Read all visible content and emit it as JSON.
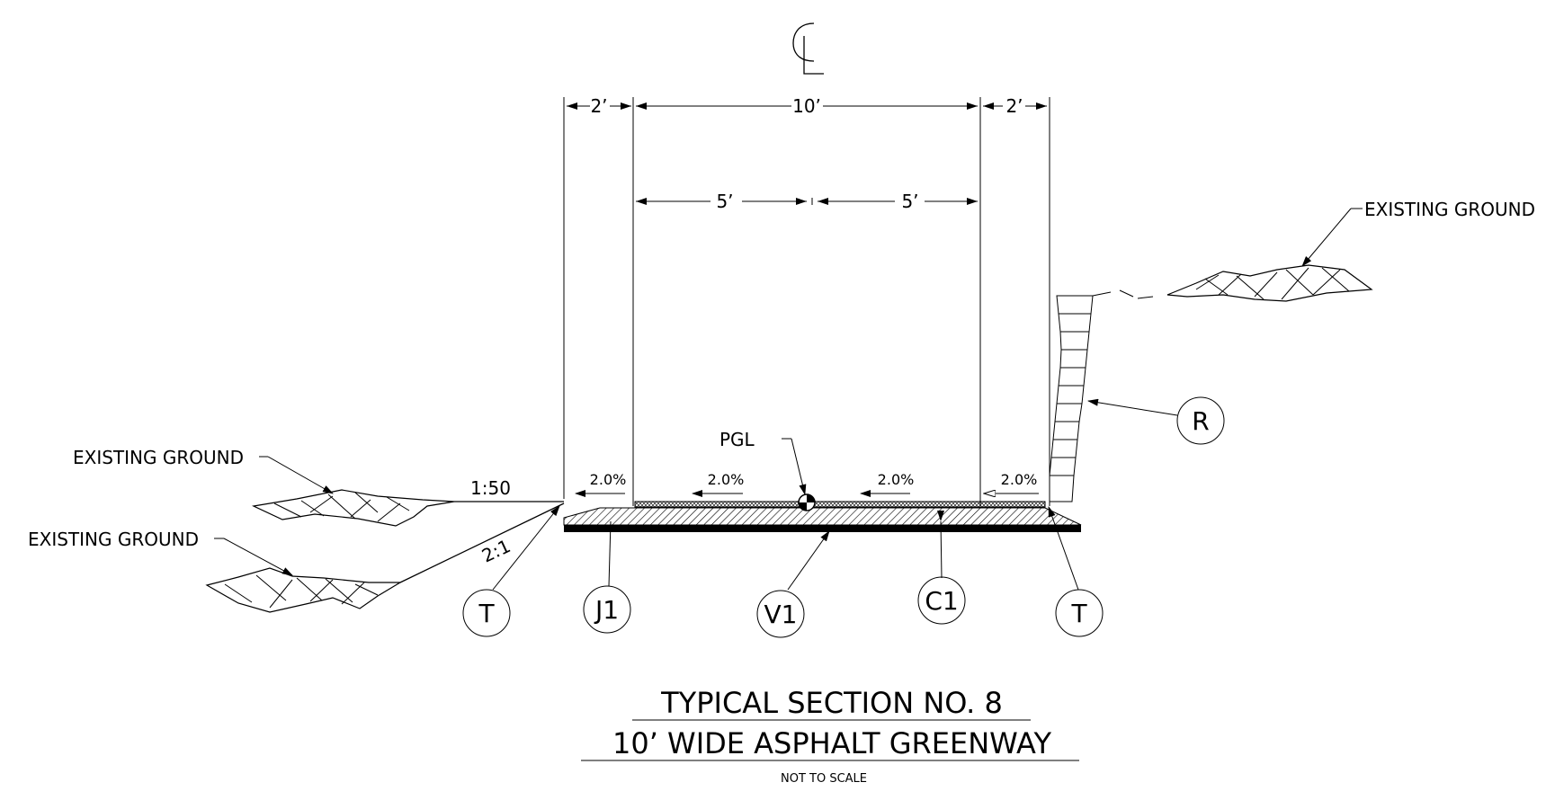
{
  "centerline_symbol": "CL",
  "dimensions": {
    "left_shoulder": "2’",
    "pavement": "10’",
    "right_shoulder": "2’",
    "half_left": "5’",
    "half_right": "5’"
  },
  "slopes": {
    "left_shoulder": "2.0%",
    "left_lane": "2.0%",
    "right_lane": "2.0%",
    "right_shoulder": "2.0%",
    "side_slope_flat": "1:50",
    "side_slope_fill": "2:1"
  },
  "labels": {
    "existing_ground_1": "EXISTING GROUND",
    "existing_ground_2": "EXISTING GROUND",
    "existing_ground_3": "EXISTING GROUND",
    "pgl": "PGL"
  },
  "callouts": {
    "t_left": "T",
    "j1": "J1",
    "v1": "V1",
    "c1": "C1",
    "t_right": "T",
    "r": "R"
  },
  "title": {
    "line1": "TYPICAL SECTION NO. 8",
    "line2": "10’ WIDE ASPHALT GREENWAY",
    "note": "NOT TO SCALE"
  }
}
